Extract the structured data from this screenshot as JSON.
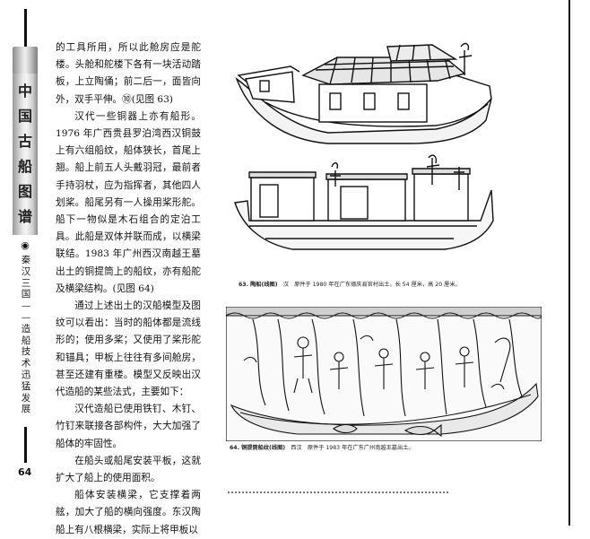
{
  "sidebar": {
    "title_chars": [
      "中",
      "国",
      "古",
      "船",
      "图",
      "谱"
    ],
    "bullet": "◉",
    "section_chars": [
      "秦",
      "汉",
      "三",
      "国",
      "—",
      "—",
      "造",
      "船",
      "技",
      "术",
      "迅",
      "猛",
      "发",
      "展"
    ]
  },
  "page_number": "64",
  "body": {
    "paragraphs": [
      "的工具所用，所以此舱房应是舵楼。头舱和舵楼下各有一块活动踏板，上立陶俑；前二后一，面皆向外，双手平伸。⑩(见图 63)",
      "汉代一些铜器上亦有船形。1976 年广西贵县罗泊湾西汉铜鼓上有六组船纹，船体狭长，首尾上翘。船上前五人头戴羽冠，最前者手持羽杖，应为指挥者，其他四人划桨。船尾另有一人操用桨形舵。船下一物似是木石组合的定泊工具。此船是双体并联而成，以横梁联结。1983 年广州西汉南越王墓出土的铜提筒上的船纹，亦有船舵及横梁结构。(见图 64)",
      "通过上述出土的汉船模型及图纹可以看出：当时的船体都是流线形的；使用多桨；又使用了桨形舵和锚具；甲板上往往有多间舱房，甚至还建有重楼。模型又反映出汉代造船的某些法式，主要如下：",
      "汉代造船已使用铁钉、木钉、竹钉来联接各部构件，大大加强了船体的牢固性。",
      "在船头或船尾安装平板，这就扩大了船上的使用面积。",
      "船体安装横梁，它支撑着两舷，加大了船的横向强度。东汉陶船上有八根横梁，实际上将甲板以"
    ]
  },
  "figures": {
    "fig63": {
      "label": "63. 陶船(线图)",
      "caption": "汉　原件于 1980 年在广东德庆县官村出土，长 54 厘米，高 20 厘米。"
    },
    "fig64": {
      "label": "64. 铜提筒船纹(线图)",
      "caption": "西汉　原件于 1983 年在广东广州南越王墓出土。"
    }
  },
  "colors": {
    "ink": "#111111",
    "paper": "#ffffff",
    "banner": "#d9d9d9"
  }
}
